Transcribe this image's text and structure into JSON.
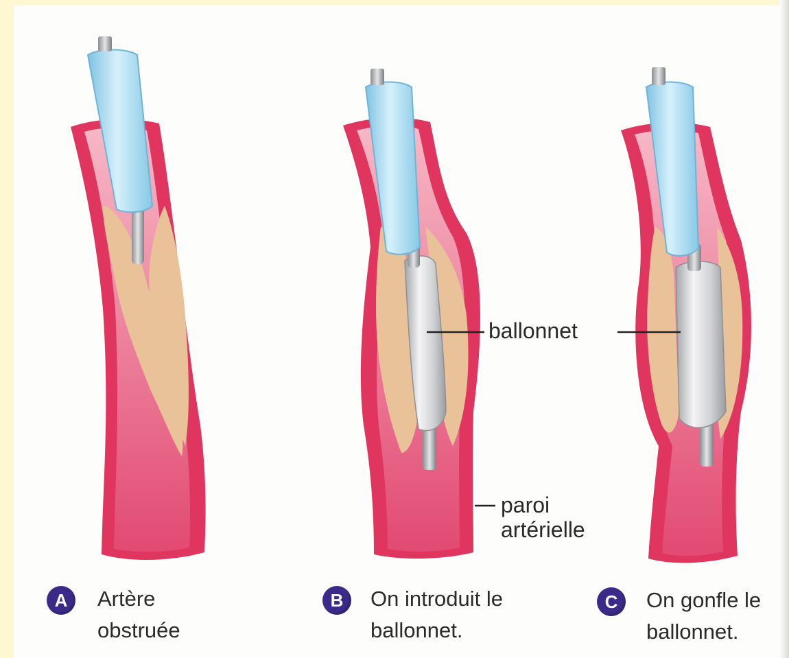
{
  "labels": {
    "balloon": "ballonnet",
    "wall": "paroi\nartérielle"
  },
  "panels": [
    {
      "letter": "A",
      "caption": "Artère\nobstruée"
    },
    {
      "letter": "B",
      "caption": "On introduit le\nballonnet."
    },
    {
      "letter": "C",
      "caption": "On gonfle le\nballonnet."
    }
  ],
  "colors": {
    "artery_wall": "#e0355f",
    "artery_inner": "#f4a3b6",
    "plaque": "#e9c29a",
    "catheter": "#a9dcf2",
    "balloon": "#d9dadc",
    "badge": "#3b2a88",
    "background": "#fff7d2"
  }
}
